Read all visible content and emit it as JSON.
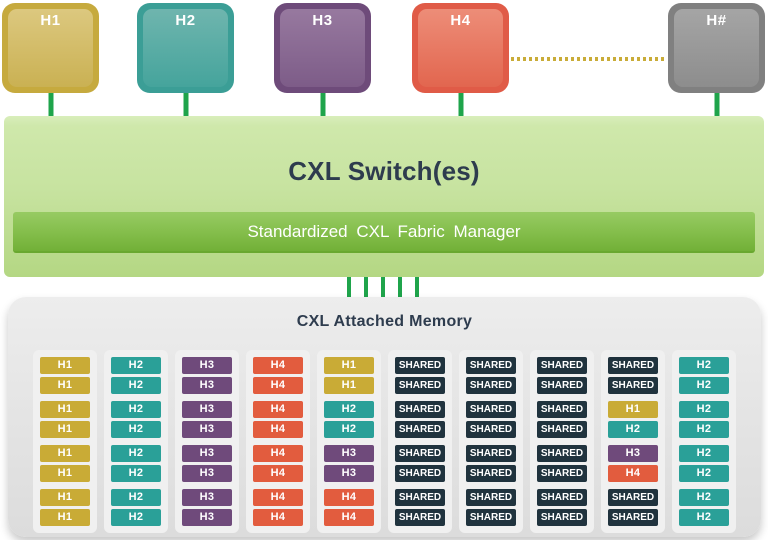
{
  "colors": {
    "stem_green": "#1fa44b",
    "dotted_link_gold": "#c9ac38",
    "title_navy": "#2e3c4e",
    "hosts": {
      "H1": {
        "outer": "#c6aa3e",
        "inner_top": "#dcc87f",
        "inner_bottom": "#cab153"
      },
      "H2": {
        "outer": "#3b9e96",
        "inner_top": "#6fb5ae",
        "inner_bottom": "#45a49c"
      },
      "H3": {
        "outer": "#6e4b7a",
        "inner_top": "#97799f",
        "inner_bottom": "#7d5c88"
      },
      "H4": {
        "outer": "#e05b47",
        "inner_top": "#ed8d78",
        "inner_bottom": "#e2664f"
      },
      "H#": {
        "outer": "#808080",
        "inner_top": "#a5a5a5",
        "inner_bottom": "#8d8d8d"
      }
    },
    "cells": {
      "H1": "#c9ab36",
      "H2": "#2aa098",
      "H3": "#6f4a7b",
      "H4": "#e25c3e",
      "SHARED": "#20333e"
    }
  },
  "hosts": [
    {
      "id": "h1",
      "label": "H1"
    },
    {
      "id": "h2",
      "label": "H2"
    },
    {
      "id": "h3",
      "label": "H3"
    },
    {
      "id": "h4",
      "label": "H4"
    },
    {
      "id": "hn",
      "label": "H#"
    }
  ],
  "switch": {
    "title": "CXL Switch(es)",
    "fabric_manager_label": "Standardized CXL Fabric Manager"
  },
  "memory": {
    "title": "CXL Attached Memory",
    "columns": [
      {
        "cells": [
          "H1",
          "H1",
          "H1",
          "H1",
          "H1",
          "H1",
          "H1",
          "H1"
        ]
      },
      {
        "cells": [
          "H2",
          "H2",
          "H2",
          "H2",
          "H2",
          "H2",
          "H2",
          "H2"
        ]
      },
      {
        "cells": [
          "H3",
          "H3",
          "H3",
          "H3",
          "H3",
          "H3",
          "H3",
          "H3"
        ]
      },
      {
        "cells": [
          "H4",
          "H4",
          "H4",
          "H4",
          "H4",
          "H4",
          "H4",
          "H4"
        ]
      },
      {
        "cells": [
          "H1",
          "H1",
          "H2",
          "H2",
          "H3",
          "H3",
          "H4",
          "H4"
        ]
      },
      {
        "cells": [
          "SHARED",
          "SHARED",
          "SHARED",
          "SHARED",
          "SHARED",
          "SHARED",
          "SHARED",
          "SHARED"
        ]
      },
      {
        "cells": [
          "SHARED",
          "SHARED",
          "SHARED",
          "SHARED",
          "SHARED",
          "SHARED",
          "SHARED",
          "SHARED"
        ]
      },
      {
        "cells": [
          "SHARED",
          "SHARED",
          "SHARED",
          "SHARED",
          "SHARED",
          "SHARED",
          "SHARED",
          "SHARED"
        ]
      },
      {
        "cells": [
          "SHARED",
          "SHARED",
          "H1",
          "H2",
          "H3",
          "H4",
          "SHARED",
          "SHARED"
        ]
      },
      {
        "cells": [
          "H2",
          "H2",
          "H2",
          "H2",
          "H2",
          "H2",
          "H2",
          "H2"
        ]
      }
    ]
  }
}
